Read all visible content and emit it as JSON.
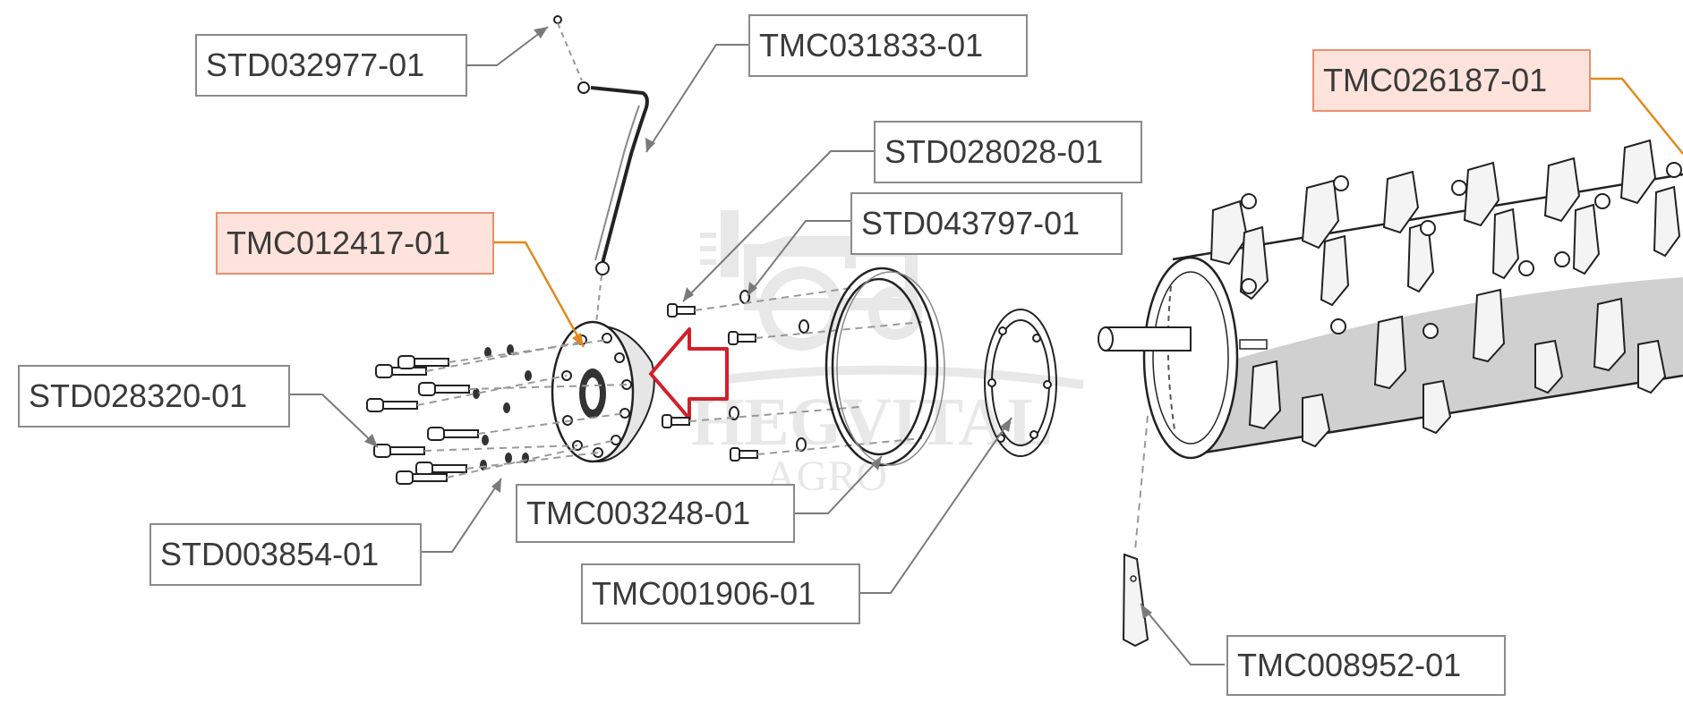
{
  "watermark": {
    "brand": "HEGVITAL",
    "sub": "AGRO"
  },
  "colors": {
    "highlight_fill": "#fde3dc",
    "highlight_border": "#e8906f",
    "leader_highlight": "#e08a1e",
    "leader": "#7a7a7a",
    "arrow": "#d2202a"
  },
  "labels": {
    "std032977": "STD032977-01",
    "tmc031833": "TMC031833-01",
    "tmc026187": "TMC026187-01",
    "std028028": "STD028028-01",
    "std043797": "STD043797-01",
    "tmc012417": "TMC012417-01",
    "std028320": "STD028320-01",
    "std003854": "STD003854-01",
    "tmc003248": "TMC003248-01",
    "tmc001906": "TMC001906-01",
    "tmc008952": "TMC008952-01"
  }
}
